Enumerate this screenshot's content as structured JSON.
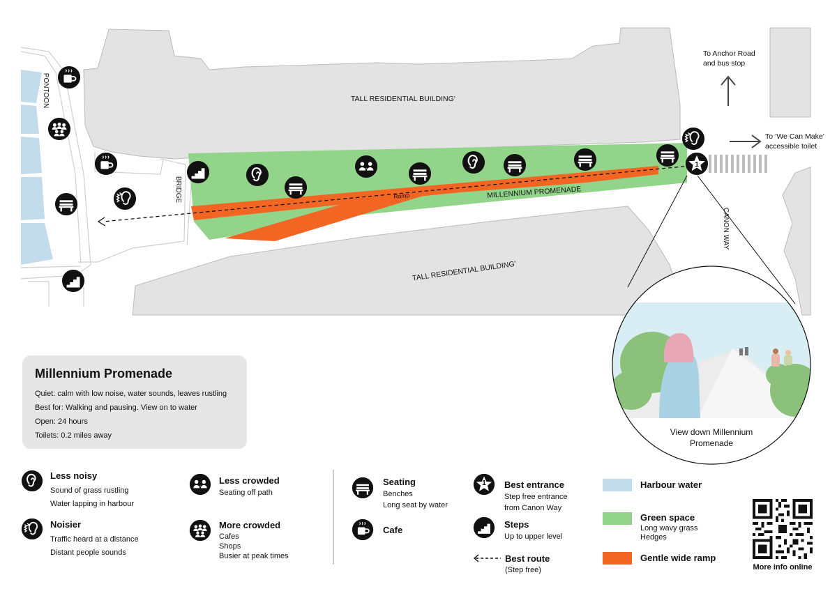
{
  "map": {
    "labels": {
      "tall_building_top": "TALL RESIDENTIAL BUILDING’",
      "tall_building_bottom": "TALL RESIDENTIAL BUILDING’",
      "pontoon": "PONTOON",
      "bridge": "BRIDGE",
      "promenade": "MILLENNIUM PROMENADE",
      "ramp": "Ramp",
      "canon_way": "CANON WAY",
      "anchor_line1": "To Anchor Road",
      "anchor_line2": "and bus stop",
      "wecanmake_line1": "To ‘We Can Make’",
      "wecanmake_line2": "accessible toilet",
      "best_entrance_number": "1"
    },
    "view_caption_line1": "View down Millennium",
    "view_caption_line2": "Promenade"
  },
  "info": {
    "title": "Millennium Promenade",
    "lines": [
      "Quiet: calm with low noise, water sounds, leaves rustling",
      "Best for: Walking and pausing. View on to water",
      "Open: 24 hours",
      "Toilets: 0.2 miles away"
    ]
  },
  "legend": {
    "less_noisy": {
      "title": "Less noisy",
      "lines": [
        "Sound of grass rustling",
        "Water lapping in harbour"
      ],
      "icon": "ear-icon"
    },
    "noisier": {
      "title": "Noisier",
      "lines": [
        "Traffic heard at a distance",
        "Distant people sounds"
      ],
      "icon": "noise-ear-icon"
    },
    "less_crowded": {
      "title": "Less crowded",
      "lines": [
        "Seating off path"
      ],
      "icon": "two-people-icon"
    },
    "more_crowded": {
      "title": "More crowded",
      "lines": [
        "Cafes",
        "Shops",
        "Busier at peak times"
      ],
      "icon": "group-icon"
    },
    "seating": {
      "title": "Seating",
      "lines": [
        "Benches",
        "Long seat by water"
      ],
      "icon": "bench-icon"
    },
    "cafe": {
      "title": "Cafe",
      "lines": [],
      "icon": "cup-icon"
    },
    "best_entrance": {
      "title": "Best entrance",
      "lines": [
        "Step free entrance",
        "from Canon Way"
      ],
      "icon": "star-icon",
      "number": "1"
    },
    "steps": {
      "title": "Steps",
      "lines": [
        "Up to upper level"
      ],
      "icon": "steps-icon"
    },
    "best_route": {
      "title": "Best route",
      "lines": [
        "(Step free)"
      ],
      "icon": "dashed-arrow-icon"
    },
    "harbour_water": {
      "title": "Harbour water",
      "lines": [],
      "color": "#c3dcec"
    },
    "green_space": {
      "title": "Green space",
      "lines": [
        "Long wavy grass",
        "Hedges"
      ],
      "color": "#92d58a"
    },
    "gentle_ramp": {
      "title": "Gentle wide ramp",
      "lines": [],
      "color": "#f26522"
    },
    "qr_label": "More info online"
  },
  "colors": {
    "building": "#e3e3e3",
    "water": "#c3dcec",
    "green": "#92d58a",
    "ramp": "#f26522",
    "icon": "#111111"
  }
}
